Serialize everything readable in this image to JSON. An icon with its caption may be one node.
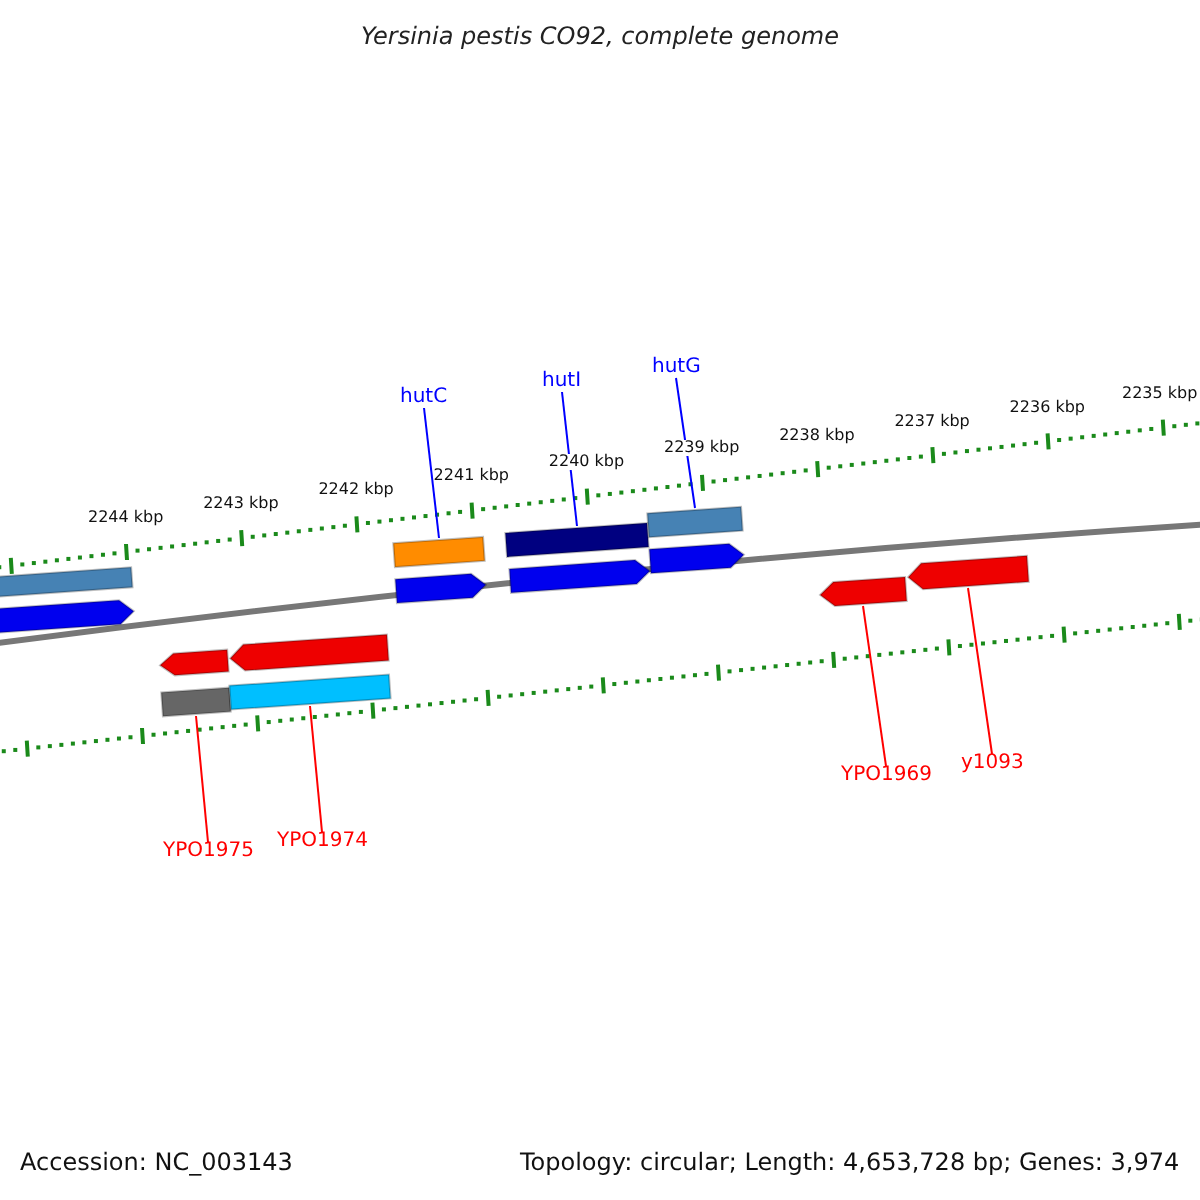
{
  "diagram": {
    "title": "Yersinia pestis CO92, complete genome",
    "nodes": [
      {
        "text": [
          "hutC"
        ]
      },
      {
        "text": [
          "hutI"
        ]
      },
      {
        "text": [
          "hutG"
        ]
      },
      {
        "text": [
          "YPO1975"
        ]
      },
      {
        "text": [
          "YPO1974"
        ]
      },
      {
        "text": [
          "YPO1969"
        ]
      },
      {
        "text": [
          "y1093"
        ]
      },
      {
        "text": [],
        "shape": "bar"
      },
      {
        "text": [],
        "shape": "arrow"
      },
      {
        "text": [],
        "shape": "arrow"
      },
      {
        "text": [],
        "shape": "bar"
      },
      {
        "text": [],
        "shape": "arrow"
      },
      {
        "text": [],
        "shape": "bar"
      },
      {
        "text": [],
        "shape": "bar"
      },
      {
        "text": [],
        "shape": "arrow"
      },
      {
        "text": [],
        "shape": "bar"
      },
      {
        "text": [],
        "shape": "arrow"
      },
      {
        "text": [],
        "shape": "bar"
      },
      {
        "text": [],
        "shape": "arrow"
      },
      {
        "text": [],
        "shape": "arrow"
      },
      {
        "text": [],
        "shape": "arrow"
      }
    ],
    "edges": [
      {
        "from": 0,
        "to": 13,
        "arrow": "none",
        "color": "#0000ff"
      },
      {
        "from": 1,
        "to": 15,
        "arrow": "none",
        "color": "#0000ff"
      },
      {
        "from": 2,
        "to": 17,
        "arrow": "none",
        "color": "#0000ff"
      },
      {
        "from": 3,
        "to": 10,
        "arrow": "none"
      },
      {
        "from": 4,
        "to": 12,
        "arrow": "none"
      },
      {
        "from": 5,
        "to": 19,
        "arrow": "none"
      },
      {
        "from": 6,
        "to": 20,
        "arrow": "none"
      }
    ],
    "labels": [
      "2244 kbp",
      "2243 kbp",
      "2242 kbp",
      "2241 kbp",
      "2240 kbp",
      "2239 kbp",
      "2238 kbp",
      "2237 kbp",
      "2236 kbp",
      "2235 kbp",
      "Accession: NC_003143",
      "Topology: circular; Length: 4,653,728 bp; Genes: 3,974"
    ]
  }
}
